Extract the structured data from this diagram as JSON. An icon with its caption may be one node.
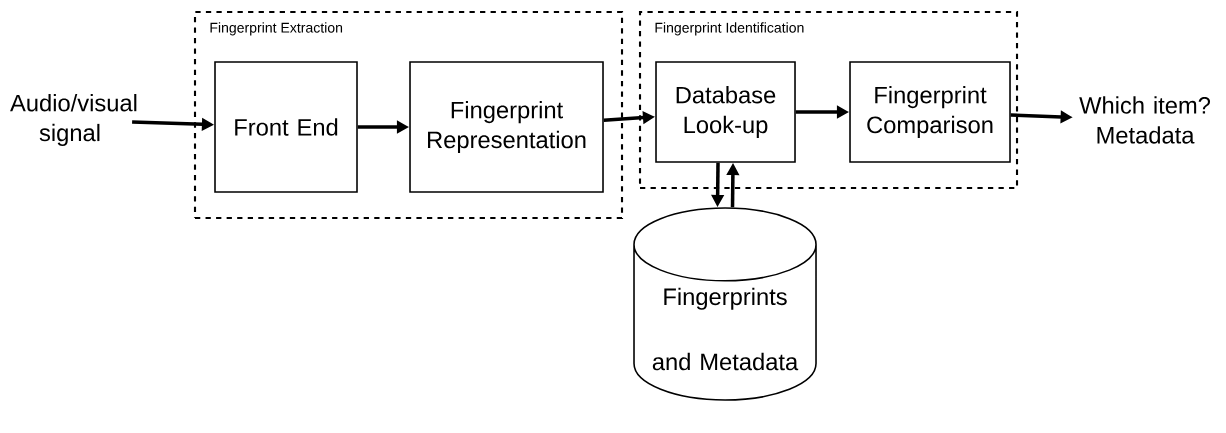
{
  "diagram": {
    "nodes": [
      {
        "text": [
          "Audio/visual signal"
        ]
      },
      {
        "text": [
          "Fingerprint Extraction"
        ]
      },
      {
        "text": [
          "Front End"
        ],
        "in": 1
      },
      {
        "text": [
          "Fingerprint Representation"
        ],
        "in": 1
      },
      {
        "text": [
          "Fingerprint Identification"
        ]
      },
      {
        "text": [
          "Database Look-up"
        ],
        "in": 4
      },
      {
        "text": [
          "Fingerprint Comparison"
        ],
        "in": 4
      },
      {
        "text": [
          "Which item? Metadata"
        ]
      },
      {
        "text": [
          "Fingerprints and Metadata"
        ]
      }
    ],
    "edges": [
      {
        "from": 0,
        "to": 2,
        "arrow": "to"
      },
      {
        "from": 2,
        "to": 3,
        "arrow": "to"
      },
      {
        "from": 3,
        "to": 5,
        "arrow": "to"
      },
      {
        "from": 5,
        "to": 6,
        "arrow": "to"
      },
      {
        "from": 6,
        "to": 7,
        "arrow": "to"
      },
      {
        "from": 5,
        "to": 8,
        "arrow": "to"
      },
      {
        "from": 8,
        "to": 5,
        "arrow": "to"
      }
    ]
  }
}
